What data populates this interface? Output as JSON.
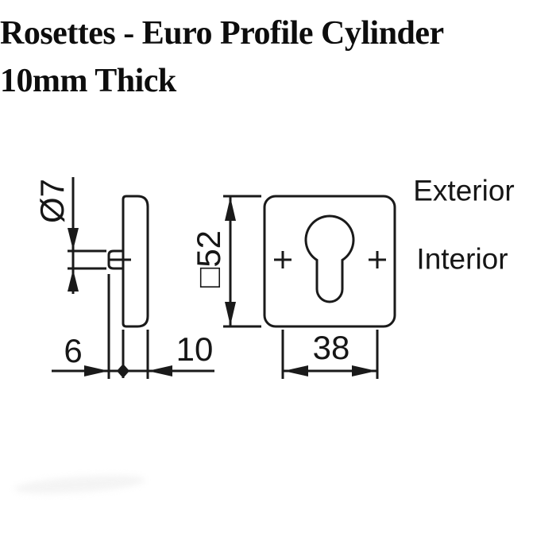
{
  "title": {
    "line1": "Rosettes - Euro Profile Cylinder",
    "line2": "10mm Thick"
  },
  "side_labels": {
    "exterior": "Exterior",
    "interior": "Interior"
  },
  "dimensions": {
    "pin_diameter": "Ø7",
    "pin_projection": "6",
    "rosette_thickness": "10",
    "square_size": "□52",
    "fixing_centres": "38"
  },
  "drawing": {
    "line_color": "#1a1a1a",
    "background_color": "#ffffff",
    "views": [
      "side-profile-view",
      "front-face-view"
    ],
    "features": [
      "fixing-pin",
      "euro-cylinder-keyhole",
      "screw-fixing-cross-left",
      "screw-fixing-cross-right"
    ]
  }
}
